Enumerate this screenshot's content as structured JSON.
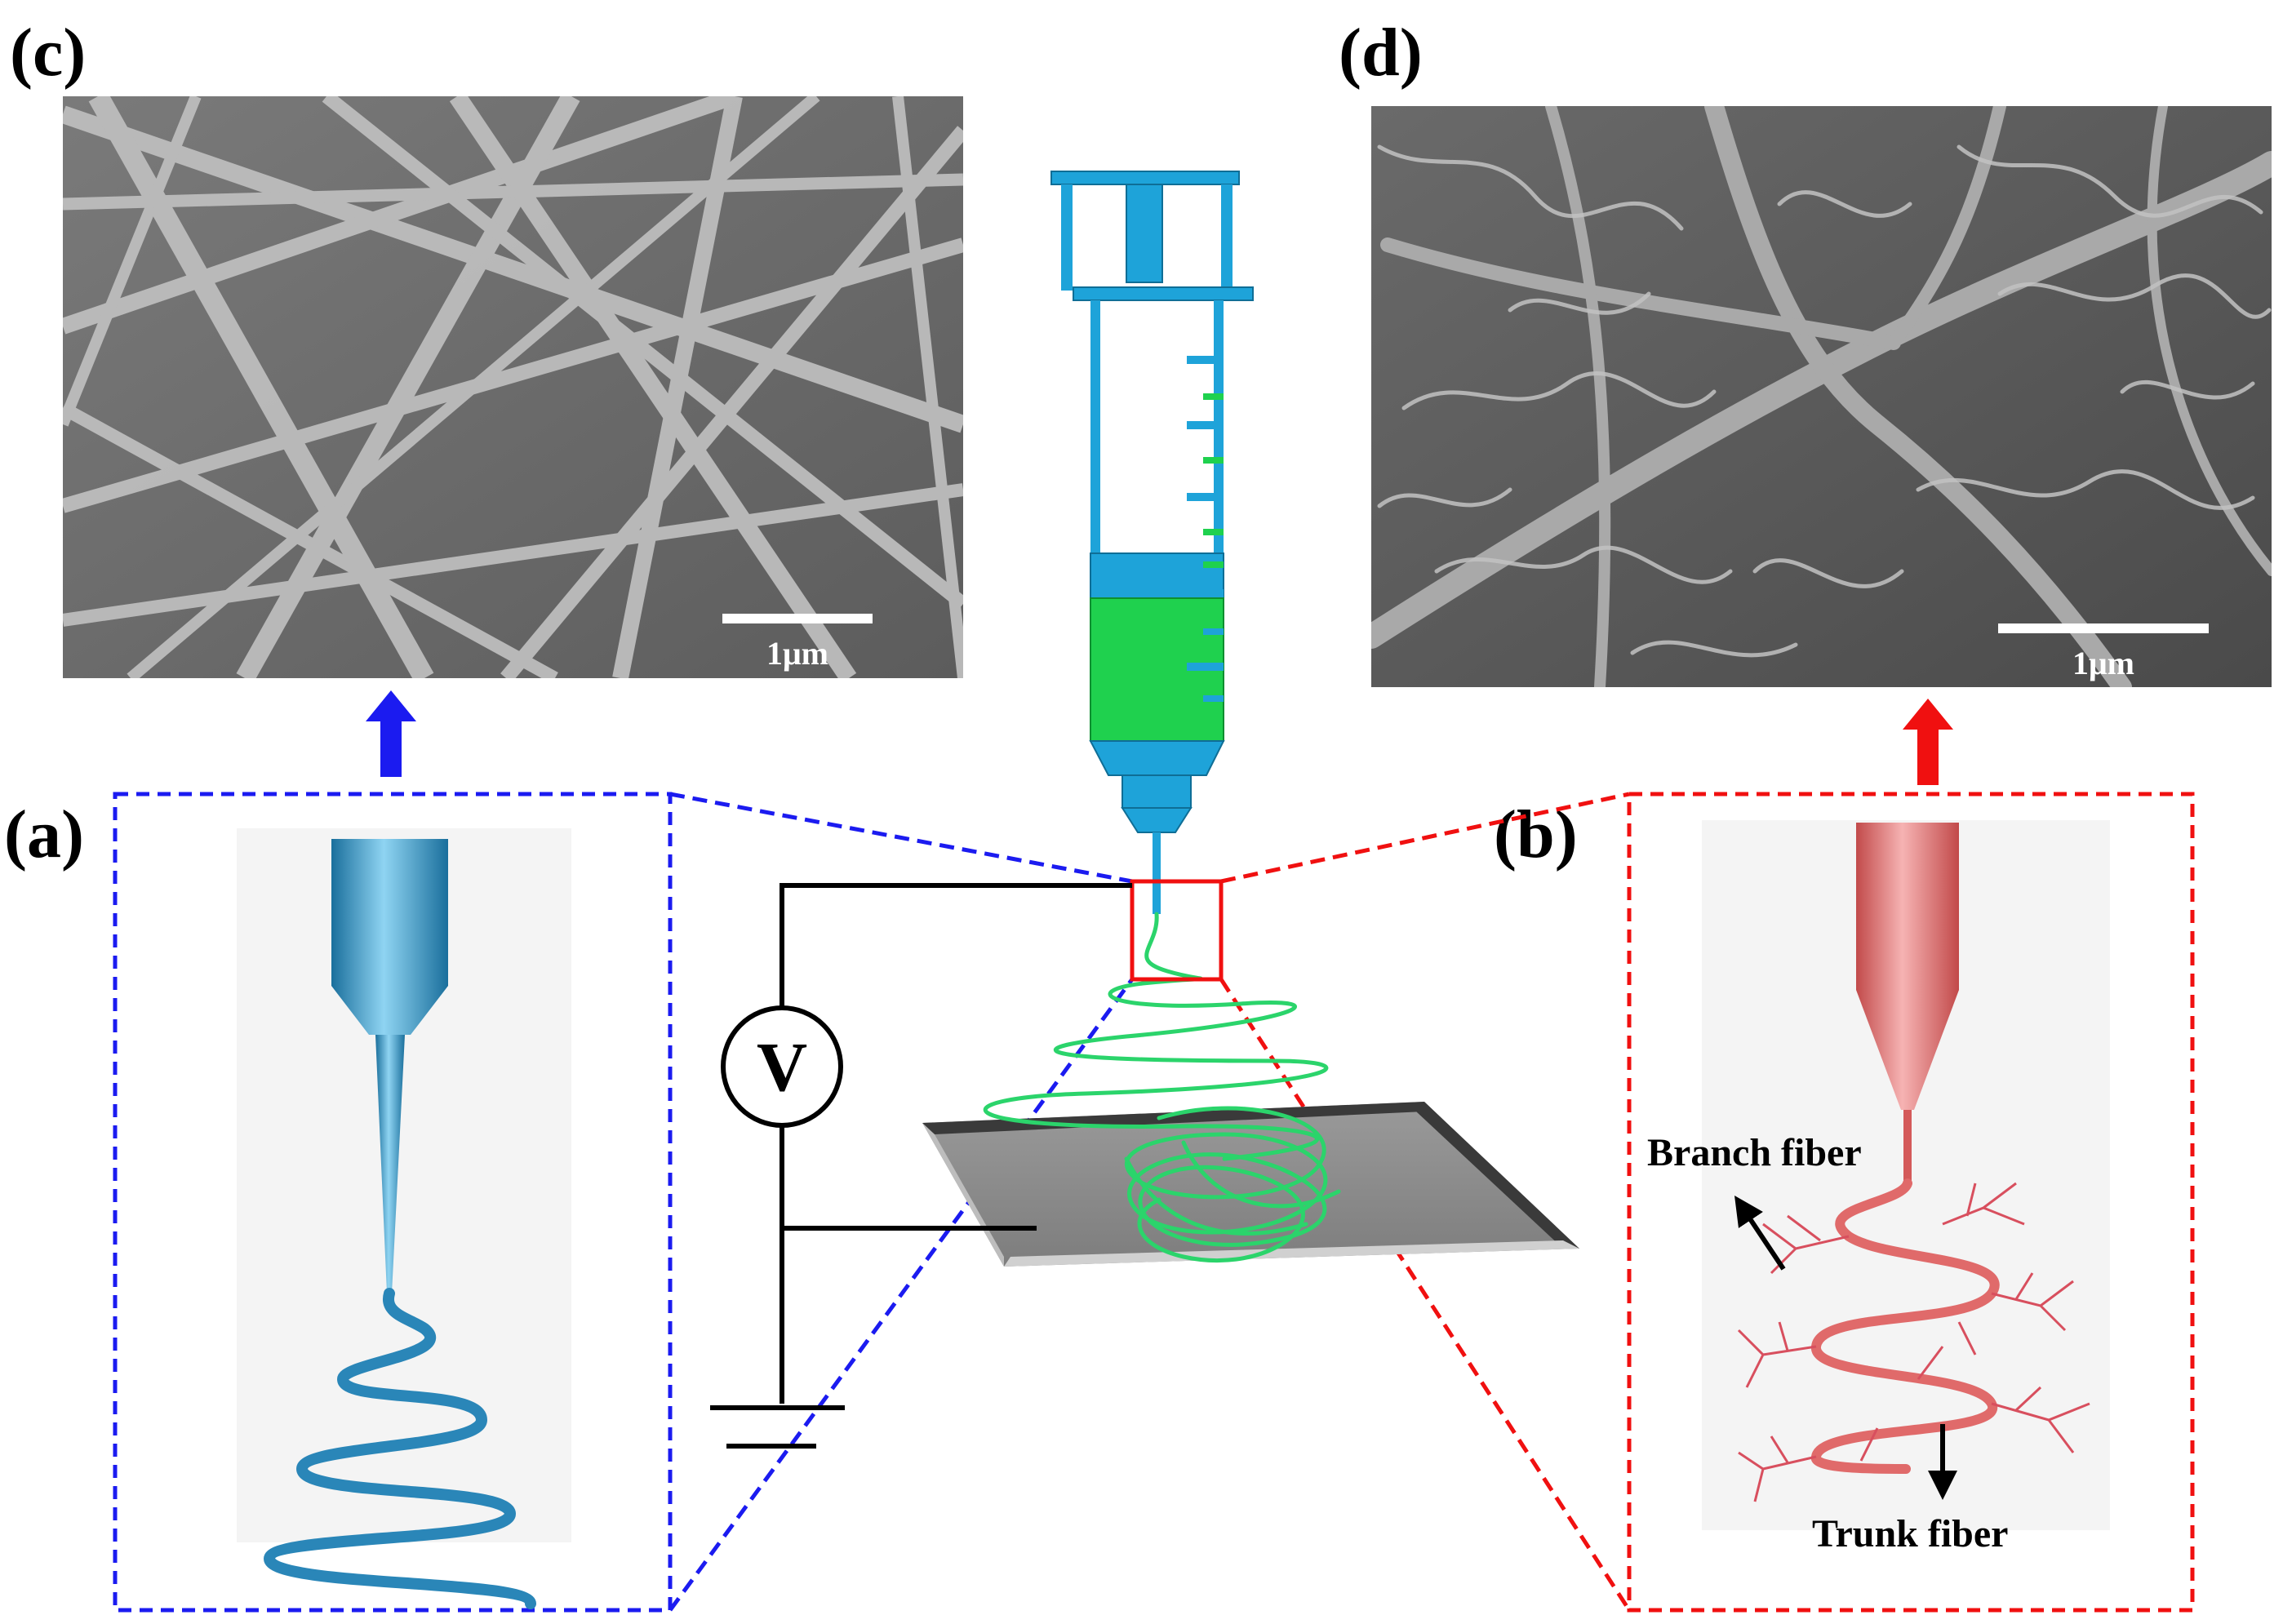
{
  "panels": {
    "c": {
      "label": "(c)",
      "scale_bar": "1μm"
    },
    "d": {
      "label": "(d)",
      "scale_bar": "1μm"
    },
    "a": {
      "label": "(a)"
    },
    "b": {
      "label": "(b)",
      "branch_label": "Branch fiber",
      "trunk_label": "Trunk fiber"
    }
  },
  "apparatus": {
    "voltmeter_symbol": "V"
  },
  "colors": {
    "blue_accent": "#1b1bf0",
    "red_accent": "#f01010",
    "syringe_blue": "#1ea3d9",
    "syringe_liquid": "#1fd14e",
    "jet_green": "#2bd46b",
    "collector_gray": "#8a8a8a",
    "sem_background": "#6e6e6e"
  }
}
